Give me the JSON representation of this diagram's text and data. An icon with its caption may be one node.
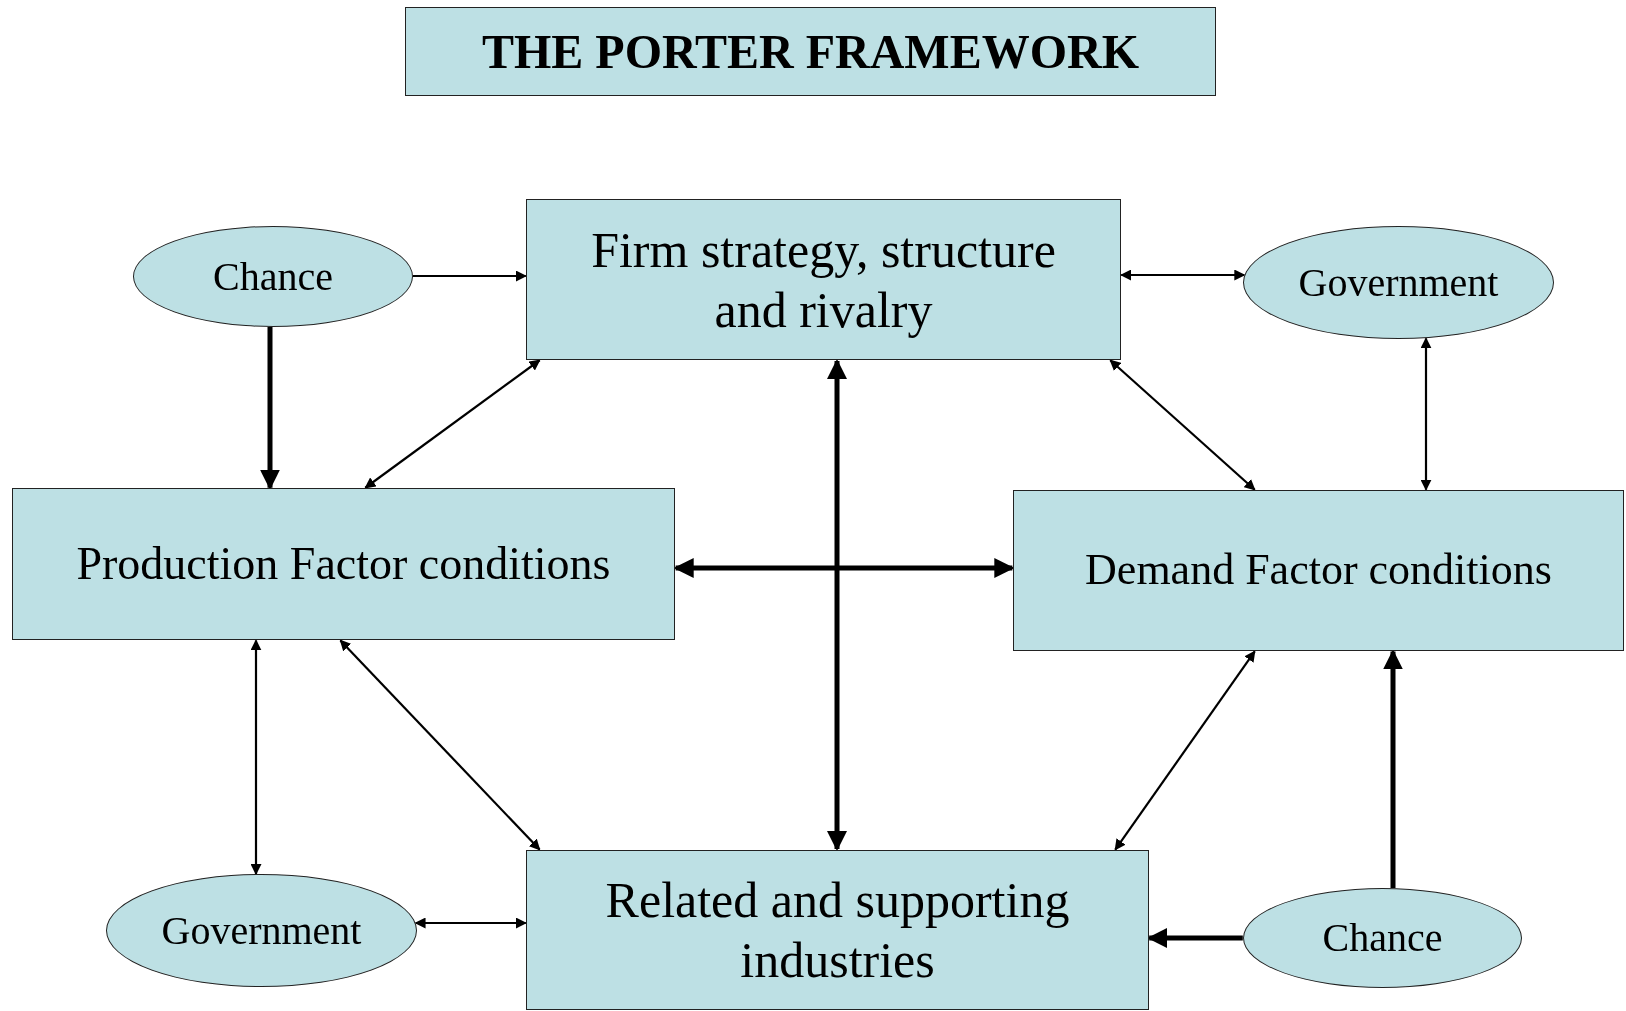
{
  "diagram": {
    "title": "THE PORTER FRAMEWORK",
    "nodes": [
      {
        "text": [
          "Chance"
        ]
      },
      {
        "text": [
          "Firm strategy, structure and rivalry"
        ]
      },
      {
        "text": [
          "Government"
        ]
      },
      {
        "text": [
          "Production Factor conditions"
        ]
      },
      {
        "text": [
          "Demand Factor conditions"
        ]
      },
      {
        "text": [
          "Government"
        ]
      },
      {
        "text": [
          "Related and supporting industries"
        ]
      },
      {
        "text": [
          "Chance"
        ]
      }
    ],
    "edges": [
      {
        "from": 0,
        "to": 1,
        "arrow": "to"
      },
      {
        "from": 1,
        "to": 2,
        "arrow": "both"
      },
      {
        "from": 0,
        "to": 3,
        "arrow": "to",
        "style": "thick"
      },
      {
        "from": 3,
        "to": 1,
        "arrow": "both"
      },
      {
        "from": 1,
        "to": 4,
        "arrow": "both"
      },
      {
        "from": 2,
        "to": 4,
        "arrow": "both"
      },
      {
        "from": 3,
        "to": 4,
        "arrow": "both",
        "style": "thick"
      },
      {
        "from": 1,
        "to": 6,
        "arrow": "both",
        "style": "thick"
      },
      {
        "from": 3,
        "to": 5,
        "arrow": "both"
      },
      {
        "from": 3,
        "to": 6,
        "arrow": "both"
      },
      {
        "from": 4,
        "to": 6,
        "arrow": "both"
      },
      {
        "from": 5,
        "to": 6,
        "arrow": "both"
      },
      {
        "from": 7,
        "to": 4,
        "arrow": "to",
        "style": "thick"
      },
      {
        "from": 7,
        "to": 6,
        "arrow": "to",
        "style": "thick"
      }
    ]
  }
}
